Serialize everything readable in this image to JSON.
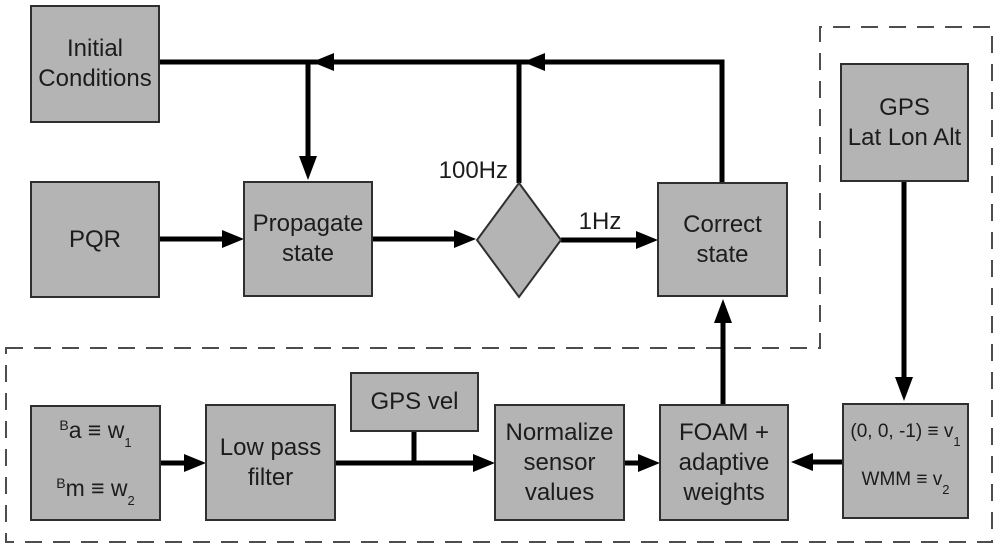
{
  "diagram": {
    "description": "Attitude estimation filter block diagram",
    "background": "#ffffff"
  },
  "nodes": {
    "initial_conditions": {
      "lines": [
        "Initial",
        "Conditions"
      ]
    },
    "pqr": {
      "label": "PQR"
    },
    "propagate_state": {
      "lines": [
        "Propagate",
        "state"
      ]
    },
    "correct_state": {
      "lines": [
        "Correct",
        "state"
      ]
    },
    "gps_lat_lon_alt": {
      "lines": [
        "GPS",
        "Lat Lon Alt"
      ]
    },
    "sensor_vectors": {
      "line1": {
        "sup": "B",
        "main": "a ≡ w",
        "sub": "1"
      },
      "line2": {
        "sup": "B",
        "main": "m ≡ w",
        "sub": "2"
      }
    },
    "low_pass_filter": {
      "lines": [
        "Low pass",
        "filter"
      ]
    },
    "gps_vel": {
      "label": "GPS vel"
    },
    "normalize_sensor_values": {
      "lines": [
        "Normalize",
        "sensor",
        "values"
      ]
    },
    "foam_adaptive_weights": {
      "lines": [
        "FOAM +",
        "adaptive",
        "weights"
      ]
    },
    "reference_vectors": {
      "line1": {
        "main": "(0, 0, -1) ≡ v",
        "sub": "1"
      },
      "line2": {
        "main": "WMM ≡ v",
        "sub": "2"
      }
    }
  },
  "edge_labels": {
    "fast_rate": "100Hz",
    "slow_rate": "1Hz"
  },
  "colors": {
    "node_fill": "#b4b4b4",
    "node_border": "#2f2f2f",
    "edge_line": "#000000",
    "dashed_outline": "#4d4d4d",
    "text": "#1c1c1c",
    "background": "#ffffff"
  }
}
